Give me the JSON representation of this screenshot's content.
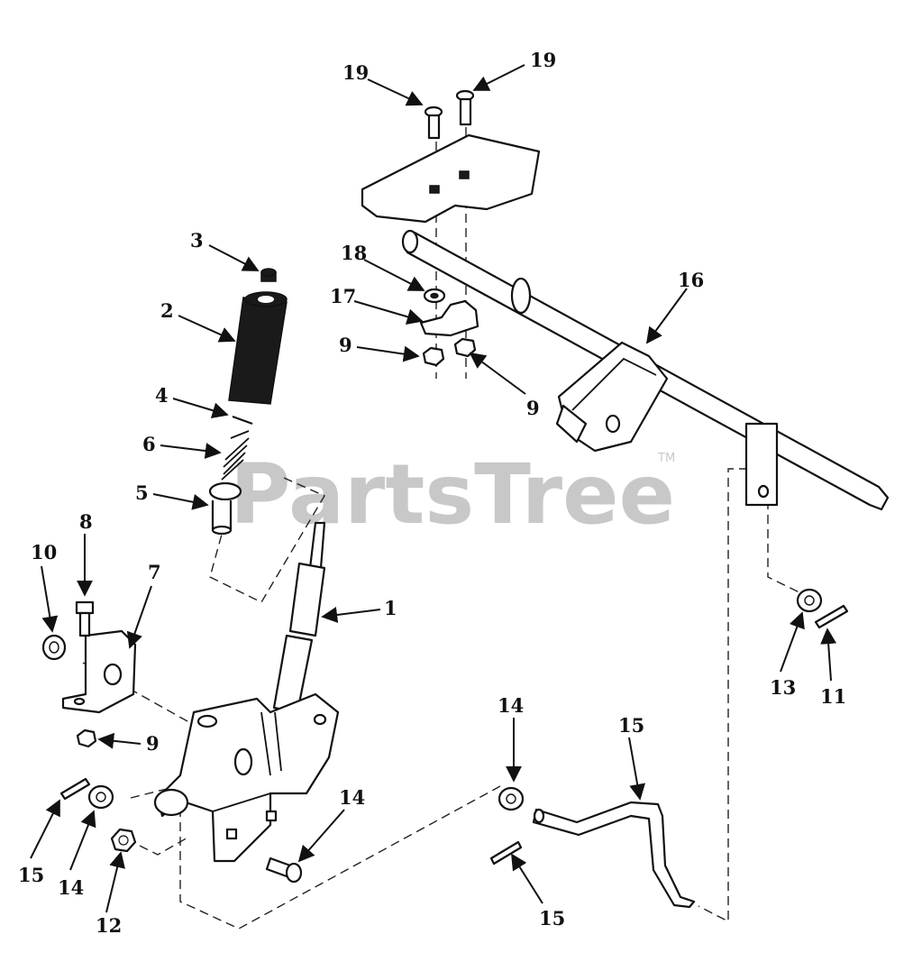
{
  "watermark": {
    "text": "PartsTree",
    "trademark": "TM"
  },
  "callouts": [
    {
      "id": "c19a",
      "label": "19"
    },
    {
      "id": "c19b",
      "label": "19"
    },
    {
      "id": "c3",
      "label": "3"
    },
    {
      "id": "c2",
      "label": "2"
    },
    {
      "id": "c18",
      "label": "18"
    },
    {
      "id": "c17",
      "label": "17"
    },
    {
      "id": "c16",
      "label": "16"
    },
    {
      "id": "c9a",
      "label": "9"
    },
    {
      "id": "c9b",
      "label": "9"
    },
    {
      "id": "c4",
      "label": "4"
    },
    {
      "id": "c6",
      "label": "6"
    },
    {
      "id": "c5",
      "label": "5"
    },
    {
      "id": "c8",
      "label": "8"
    },
    {
      "id": "c10",
      "label": "10"
    },
    {
      "id": "c7",
      "label": "7"
    },
    {
      "id": "c1",
      "label": "1"
    },
    {
      "id": "c9c",
      "label": "9"
    },
    {
      "id": "c14a",
      "label": "14"
    },
    {
      "id": "c15a",
      "label": "15"
    },
    {
      "id": "c13",
      "label": "13"
    },
    {
      "id": "c14b",
      "label": "14"
    },
    {
      "id": "c11",
      "label": "11"
    },
    {
      "id": "c15b",
      "label": "15"
    },
    {
      "id": "c14c",
      "label": "14"
    },
    {
      "id": "c12",
      "label": "12"
    },
    {
      "id": "c15c",
      "label": "15"
    }
  ]
}
